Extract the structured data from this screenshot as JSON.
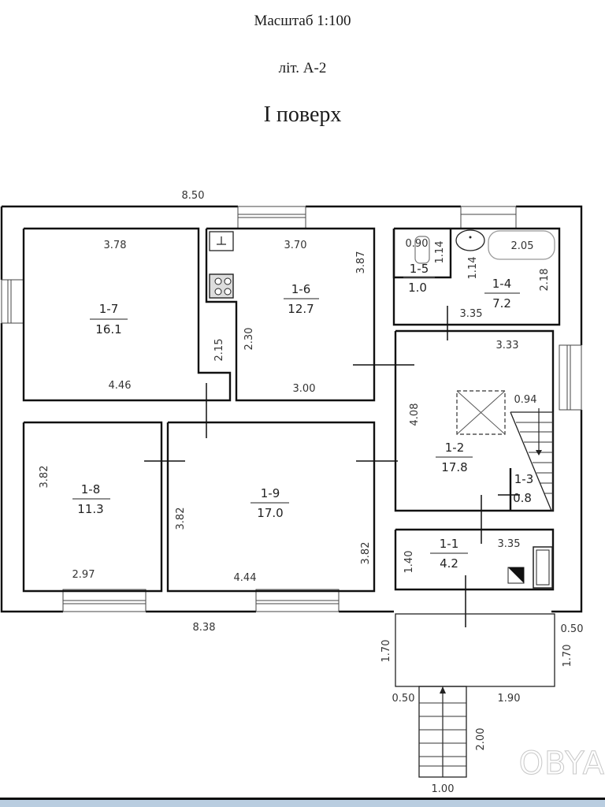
{
  "header": {
    "scale": "Масштаб 1:100",
    "letter": "літ. А-2",
    "floor": "I поверх"
  },
  "overall_dims": {
    "top_width": "8.50",
    "bottom_width": "8.38",
    "porch_offset_right": "0.50",
    "porch_left_height": "1.70",
    "porch_right_height": "1.70",
    "porch_offset_left": "0.50",
    "porch_width": "1.90",
    "stairs_length": "2.00",
    "stairs_width": "1.00"
  },
  "rooms": [
    {
      "id": "1-1",
      "area": "4.2",
      "dims": [
        "3.35",
        "1.40"
      ]
    },
    {
      "id": "1-2",
      "area": "17.8",
      "dims": [
        "3.33",
        "4.08",
        "0.94"
      ]
    },
    {
      "id": "1-3",
      "area": "0.8",
      "dims": []
    },
    {
      "id": "1-4",
      "area": "7.2",
      "dims": [
        "3.35",
        "2.18",
        "2.05",
        "1.14"
      ]
    },
    {
      "id": "1-5",
      "area": "1.0",
      "dims": [
        "0.90",
        "1.14"
      ]
    },
    {
      "id": "1-6",
      "area": "12.7",
      "dims": [
        "3.70",
        "3.87",
        "2.30",
        "3.00"
      ]
    },
    {
      "id": "1-7",
      "area": "16.1",
      "dims": [
        "3.78",
        "4.46",
        "2.15"
      ]
    },
    {
      "id": "1-8",
      "area": "11.3",
      "dims": [
        "3.82",
        "2.97"
      ]
    },
    {
      "id": "1-9",
      "area": "17.0",
      "dims": [
        "3.82",
        "4.44",
        "3.82"
      ]
    }
  ],
  "icons": [
    "sink-icon",
    "stove-icon",
    "washbasin-icon",
    "bathtub-icon",
    "toilet-icon",
    "boiler-icon",
    "stairs-icon",
    "skylight-icon"
  ],
  "watermark": "OBYA"
}
